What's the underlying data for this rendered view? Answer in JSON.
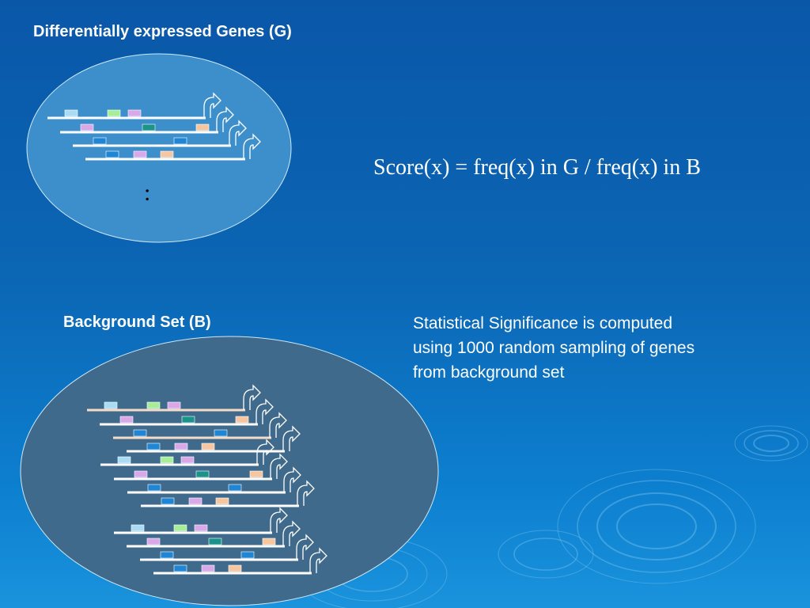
{
  "set_g": {
    "title": "Differentially expressed Genes (G)",
    "ellipsis": ":"
  },
  "set_b": {
    "title": "Background Set (B)"
  },
  "formula": "Score(x) = freq(x) in G / freq(x) in B",
  "stat_note": {
    "lines": [
      "Statistical Significance is computed",
      "using 1000 random sampling of genes",
      "from background set"
    ]
  },
  "colors": {
    "background_top": "#0a57a8",
    "background_bottom": "#1a93dc",
    "ellipse_g_fill": "#3d8fcb",
    "ellipse_b_fill": "#3f6a8c",
    "gene_line_g": "#ffffff",
    "gene_line_b": "#f4dcc8",
    "motifs": {
      "light_blue": "#a8dcf5",
      "green": "#a6ee9a",
      "lavender": "#d9a8e8",
      "teal": "#1a9488",
      "peach": "#f5c6a0",
      "blue": "#1f86d6"
    }
  }
}
